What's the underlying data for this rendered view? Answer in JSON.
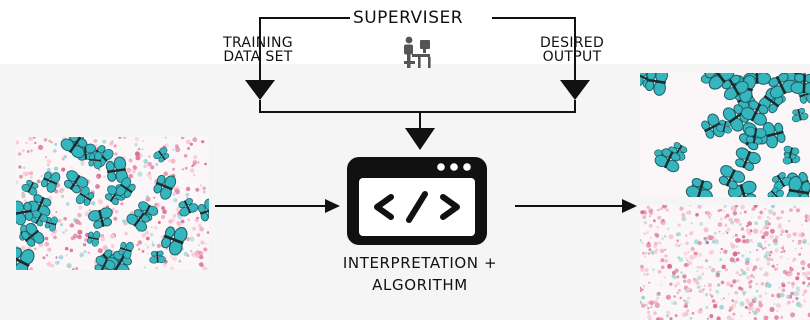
{
  "labels": {
    "supervisor": "SUPERVISER",
    "training_line1": "TRAINING",
    "training_line2": "DATA SET",
    "desired_line1": "DESIRED",
    "desired_line2": "OUTPUT",
    "interpretation_line1": "INTERPRETATION +",
    "interpretation_line2": "ALGORITHM"
  },
  "icons": {
    "supervisor": "person-at-desk-icon",
    "algorithm": "code-window-icon"
  },
  "panels": {
    "input": "mixed butterflies and flowers",
    "output_top": "butterflies only",
    "output_bottom": "flowers only"
  },
  "colors": {
    "butterfly": "#35b6be",
    "flower_pink": "#e58aa6",
    "line": "#111111"
  }
}
